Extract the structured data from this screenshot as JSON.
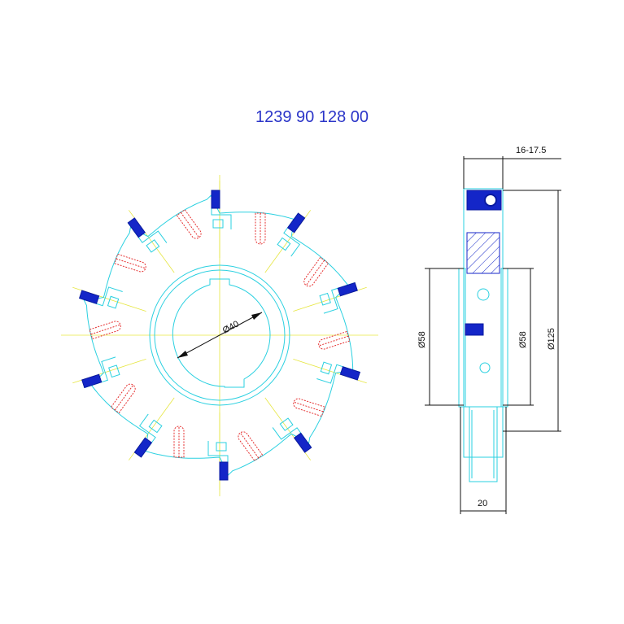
{
  "title": "1239 90 128 00",
  "dimensions": {
    "bore": "Ø40",
    "width_range": "16-17.5",
    "outer_diameter": "Ø125",
    "hub_diameter_left": "Ø58",
    "hub_diameter_right": "Ø58",
    "hub_width": "20"
  },
  "colors": {
    "outline": "#2ad0e0",
    "centerline": "#e6e640",
    "hidden": "#e53030",
    "insert": "#1426c8",
    "dimension": "#111111",
    "title": "#2b35c8"
  }
}
